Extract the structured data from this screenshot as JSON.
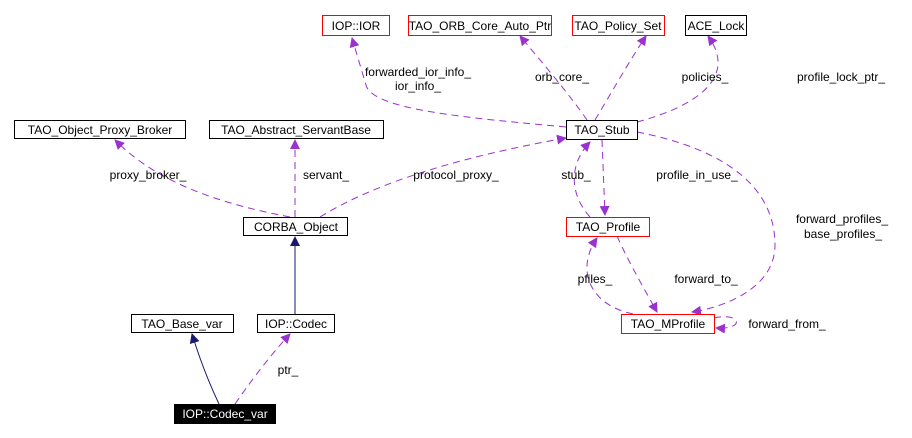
{
  "nodes": {
    "ior": "IOP::IOR",
    "orb_core_auto_ptr": "TAO_ORB_Core_Auto_Ptr",
    "policy_set": "TAO_Policy_Set",
    "ace_lock": "ACE_Lock",
    "stub": "TAO_Stub",
    "object_proxy_broker": "TAO_Object_Proxy_Broker",
    "abstract_servant_base": "TAO_Abstract_ServantBase",
    "corba_object": "CORBA_Object",
    "profile": "TAO_Profile",
    "base_var": "TAO_Base_var",
    "codec": "IOP::Codec",
    "mprofile": "TAO_MProfile",
    "codec_var": "IOP::Codec_var"
  },
  "edge_labels": {
    "forwarded_ior_info": "forwarded_ior_info_",
    "ior_info": "ior_info_",
    "orb_core": "orb_core_",
    "policies": "policies_",
    "profile_lock_ptr": "profile_lock_ptr_",
    "proxy_broker": "proxy_broker_",
    "servant": "servant_",
    "protocol_proxy": "protocol_proxy_",
    "stub": "stub_",
    "profile_in_use": "profile_in_use_",
    "forward_profiles": "forward_profiles_",
    "base_profiles": "base_profiles_",
    "pfiles": "pfiles_",
    "forward_to": "forward_to_",
    "forward_from": "forward_from_",
    "ptr": "ptr_"
  },
  "colors": {
    "usage_edge": "#9a32cd",
    "inheritance_edge": "#191970",
    "undocumented_border": "#ff0000",
    "selected_fill": "#000000"
  }
}
